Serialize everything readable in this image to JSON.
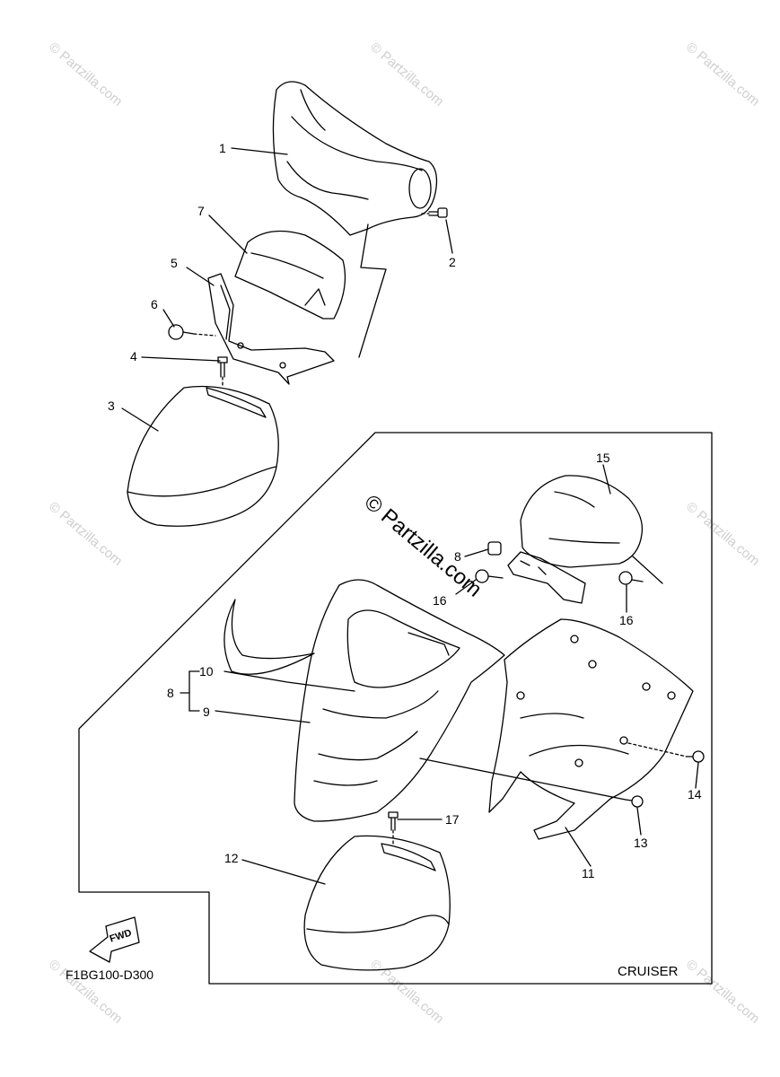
{
  "watermark": {
    "small_text": "© Partzilla.com",
    "large_text": "© Partzilla.com"
  },
  "diagram": {
    "code": "F1BG100-D300",
    "variant_label": "CRUISER",
    "fwd_label": "FWD"
  },
  "callouts": {
    "c1": "1",
    "c2": "2",
    "c3": "3",
    "c4": "4",
    "c5": "5",
    "c6": "6",
    "c7": "7",
    "c8a": "8",
    "c8b": "8",
    "c9": "9",
    "c10": "10",
    "c11": "11",
    "c12": "12",
    "c13": "13",
    "c14": "14",
    "c15": "15",
    "c16a": "16",
    "c16b": "16",
    "c17": "17"
  }
}
